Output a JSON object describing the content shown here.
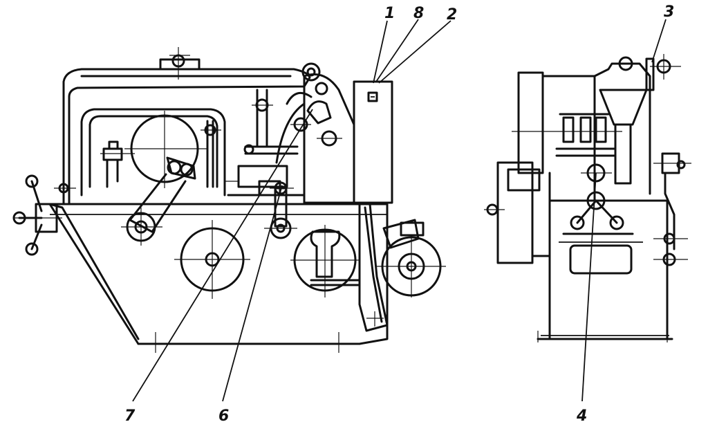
{
  "figure": {
    "callouts": [
      {
        "id": "1",
        "text": "1"
      },
      {
        "id": "8",
        "text": "8"
      },
      {
        "id": "2",
        "text": "2"
      },
      {
        "id": "3",
        "text": "3"
      },
      {
        "id": "7",
        "text": "7"
      },
      {
        "id": "6",
        "text": "6"
      },
      {
        "id": "4",
        "text": "4"
      }
    ]
  }
}
